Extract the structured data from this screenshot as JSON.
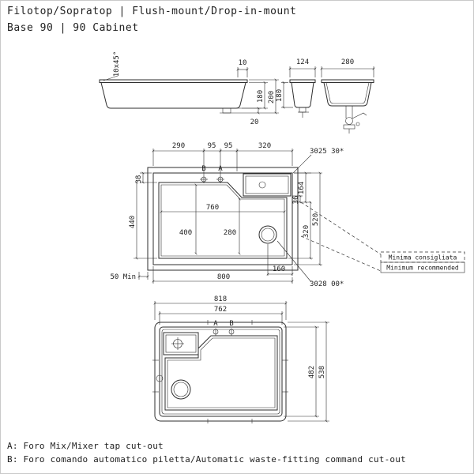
{
  "header": {
    "line1": "Filotop/Sopratop | Flush-mount/Drop-in-mount",
    "line2": "Base 90 | 90 Cabinet"
  },
  "elevation": {
    "chamfer": "10x45°",
    "rim": "10",
    "depth": "180",
    "height": "200",
    "drain": "20"
  },
  "sections": {
    "width_small": "124",
    "width_large": "280",
    "depth": "180"
  },
  "cutout": {
    "d290": "290",
    "d95a": "95",
    "d95b": "95",
    "d320top": "320",
    "code_top": "3025 30*",
    "marker_b": "B",
    "marker_a": "A",
    "d38": "38",
    "d440": "440",
    "d760": "760",
    "d400": "400",
    "d280": "280",
    "d164": "164",
    "d36": "36",
    "d520": "520",
    "d320right": "320",
    "d160": "160",
    "d800": "800",
    "d50min": "50 Min",
    "code_bottom": "3028 00*",
    "note1": "Minima consigliata",
    "note2": "Minimum recommended"
  },
  "overall": {
    "d818": "818",
    "d762": "762",
    "marker_a": "A",
    "marker_b": "B",
    "d482": "482",
    "d538": "538"
  },
  "footer": {
    "note_a": "A: Foro Mix/Mixer tap cut-out",
    "note_b": "B: Foro comando automatico piletta/Automatic waste-fitting command cut-out"
  }
}
